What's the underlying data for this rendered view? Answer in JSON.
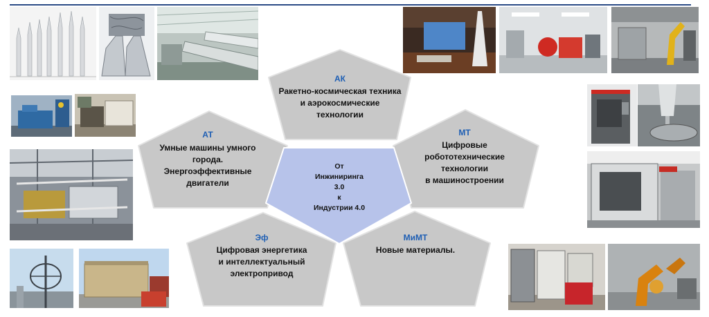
{
  "colors": {
    "pentagon_fill": "#c8c8c8",
    "pentagon_stroke": "#e2e2e2",
    "center_fill": "#b7c3ea",
    "code_color": "#1f5fb4",
    "rule_color": "#2a4a86"
  },
  "center": {
    "lines": [
      "От",
      "Инжиниринга",
      "3.0",
      "к",
      "Индустрии 4.0"
    ]
  },
  "pentagons": {
    "ak": {
      "code": "АК",
      "lines": [
        "Ракетно-космическая техника",
        "и аэрокосмические",
        "технологии"
      ]
    },
    "at": {
      "code": "АТ",
      "lines": [
        "Умные машины умного",
        "города.",
        "Энергоэффективные",
        "двигатели"
      ]
    },
    "mt": {
      "code": "МТ",
      "lines": [
        "Цифровые",
        "робототехнические",
        "технологии",
        "в машиностроении"
      ]
    },
    "ef": {
      "code": "Эф",
      "lines": [
        "Цифровая энергетика",
        "и интеллектуальный",
        "электропривод"
      ]
    },
    "mimt": {
      "code": "МиМТ",
      "lines": [
        "Новые материалы."
      ]
    }
  },
  "photos": [
    {
      "name": "rockets-lineup-photo"
    },
    {
      "name": "rocket-engine-photo"
    },
    {
      "name": "rocket-assembly-hall-photo"
    },
    {
      "name": "hydraulic-test-bench-photo"
    },
    {
      "name": "engine-test-stand-photo"
    },
    {
      "name": "industrial-plant-photo"
    },
    {
      "name": "wind-turbine-photo"
    },
    {
      "name": "power-module-building-photo"
    },
    {
      "name": "conference-hall-photo"
    },
    {
      "name": "test-laboratory-photo"
    },
    {
      "name": "robot-cell-photo"
    },
    {
      "name": "cnc-machine-photo"
    },
    {
      "name": "cnc-milling-head-photo"
    },
    {
      "name": "machining-center-photo"
    },
    {
      "name": "materials-lab-equipment-photo"
    },
    {
      "name": "welding-robot-photo"
    }
  ]
}
